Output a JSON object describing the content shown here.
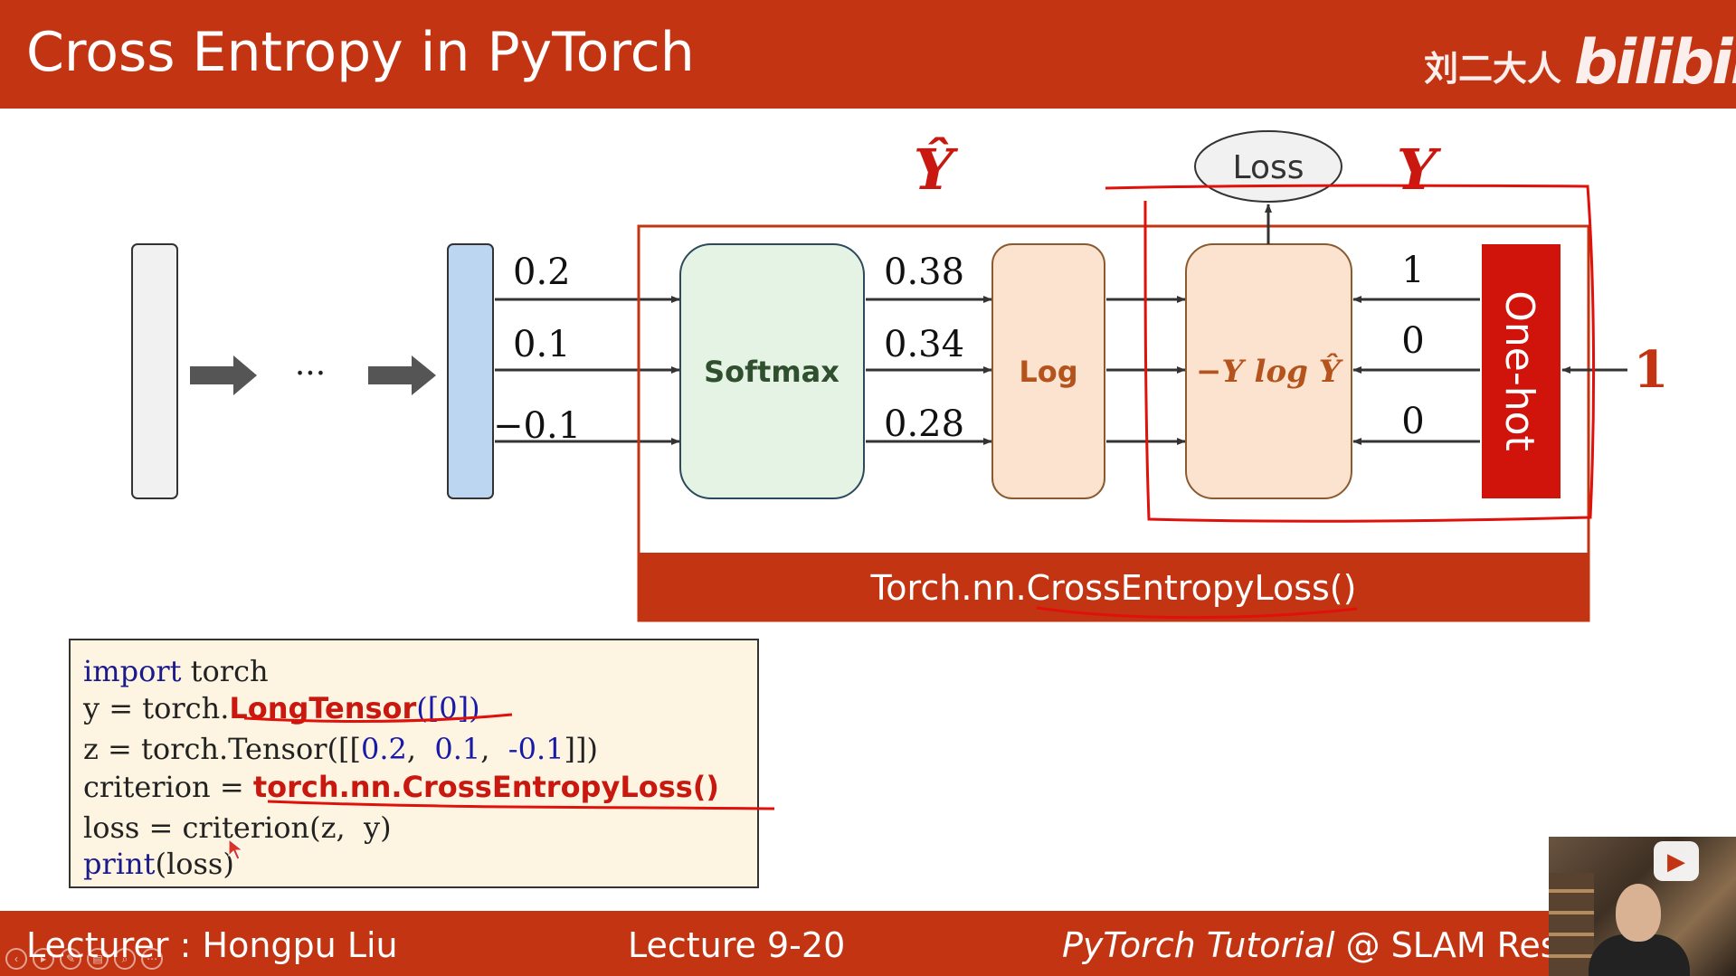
{
  "header": {
    "title": "Cross Entropy in PyTorch",
    "channel": "刘二大人",
    "logo": "bilibili"
  },
  "diagram": {
    "ellipsis": "···",
    "inputs": [
      "0.2",
      "0.1",
      "−0.1"
    ],
    "softmax_label": "Softmax",
    "softmax_outputs": [
      "0.38",
      "0.34",
      "0.28"
    ],
    "log_label": "Log",
    "loss_formula": "−Y log Ŷ",
    "loss_label": "Loss",
    "yhat_label": "Ŷ",
    "y_label": "Y",
    "onehot_label": "One-hot",
    "onehot_values": [
      "1",
      "0",
      "0"
    ],
    "target_value": "1",
    "module_label": "Torch.nn.CrossEntropyLoss()"
  },
  "code": {
    "line1_kw": "import",
    "line1_rest": " torch",
    "line2_pre": "y = torch.",
    "line2_hl": "LongTensor",
    "line2_post": "([0])",
    "line3_pre": "z = torch.Tensor([[",
    "line3_a": "0.2",
    "line3_sep1": ",  ",
    "line3_b": "0.1",
    "line3_sep2": ",  ",
    "line3_c": "-0.1",
    "line3_post": "]])",
    "line4_pre": "criterion = ",
    "line4_hl": "torch.nn.CrossEntropyLoss()",
    "line5": "loss = criterion(z,  y)",
    "line6_kw": "print",
    "line6_rest": "(loss)"
  },
  "footer": {
    "lecturer": "Lecturer : Hongpu Liu",
    "lecture": "Lecture 9-20",
    "tutorial_italic": "PyTorch Tutorial",
    "tutorial_rest": " @ SLAM Resea"
  },
  "colors": {
    "brand_red": "#c23412",
    "softmax_fill": "#e4f3e4",
    "log_fill": "#fbe3cf",
    "input_fill": "#bcd6f2",
    "onehot_fill": "#d0140b",
    "ink_red": "#e0100a"
  }
}
